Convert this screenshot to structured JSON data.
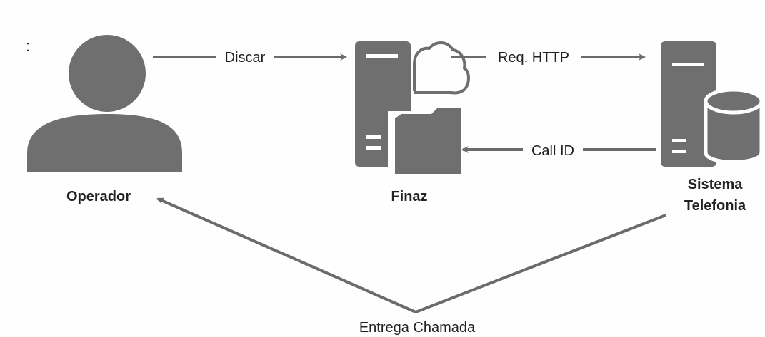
{
  "stray_mark": ":",
  "colors": {
    "shape": "#6f6f6f",
    "line": "#6b6b6b",
    "text": "#222222",
    "background": "#fefefe"
  },
  "nodes": {
    "operador": {
      "label": "Operador",
      "icon": "user-icon"
    },
    "finaz": {
      "label": "Finaz",
      "icons": [
        "server-icon",
        "cloud-icon",
        "folder-icon"
      ]
    },
    "sistema": {
      "label_line1": "Sistema",
      "label_line2": "Telefonia",
      "icons": [
        "server-icon",
        "database-icon"
      ]
    }
  },
  "edges": [
    {
      "from": "Operador",
      "to": "Finaz",
      "label": "Discar"
    },
    {
      "from": "Finaz",
      "to": "Sistema Telefonia",
      "label": "Req. HTTP"
    },
    {
      "from": "Sistema Telefonia",
      "to": "Finaz",
      "label": "Call ID"
    },
    {
      "from": "Sistema Telefonia",
      "to": "Operador",
      "label": "Entrega Chamada"
    }
  ]
}
